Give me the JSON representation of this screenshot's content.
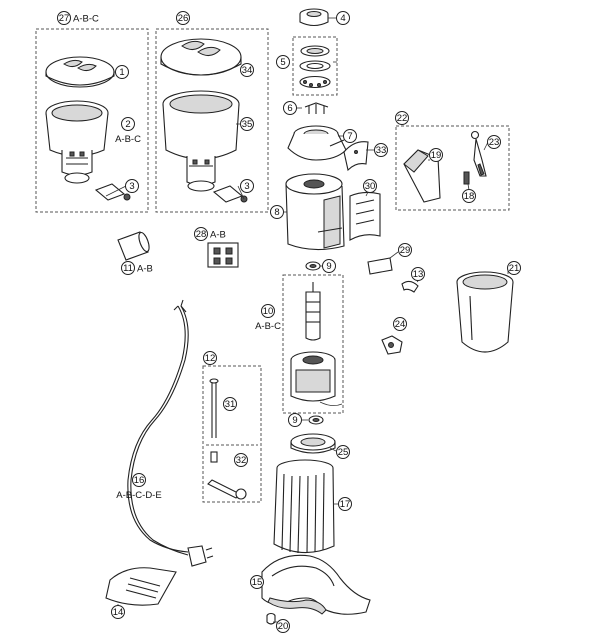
{
  "diagram": {
    "callouts": [
      {
        "id": "27",
        "suffix": "A-B-C"
      },
      {
        "id": "1"
      },
      {
        "id": "2",
        "suffix": "A-B-C"
      },
      {
        "id": "3"
      },
      {
        "id": "26"
      },
      {
        "id": "34"
      },
      {
        "id": "35"
      },
      {
        "id": "3b",
        "num": "3"
      },
      {
        "id": "4"
      },
      {
        "id": "5"
      },
      {
        "id": "6"
      },
      {
        "id": "7"
      },
      {
        "id": "33"
      },
      {
        "id": "8"
      },
      {
        "id": "30"
      },
      {
        "id": "22"
      },
      {
        "id": "19"
      },
      {
        "id": "23"
      },
      {
        "id": "18"
      },
      {
        "id": "28",
        "suffix": "A-B"
      },
      {
        "id": "11",
        "suffix": "A-B"
      },
      {
        "id": "9"
      },
      {
        "id": "29"
      },
      {
        "id": "13"
      },
      {
        "id": "21"
      },
      {
        "id": "10",
        "suffix": "A-B-C"
      },
      {
        "id": "24"
      },
      {
        "id": "12"
      },
      {
        "id": "31"
      },
      {
        "id": "9b",
        "num": "9"
      },
      {
        "id": "25"
      },
      {
        "id": "32"
      },
      {
        "id": "16",
        "suffix": "A-B-C-D-E"
      },
      {
        "id": "17"
      },
      {
        "id": "15"
      },
      {
        "id": "14"
      },
      {
        "id": "20"
      }
    ]
  }
}
